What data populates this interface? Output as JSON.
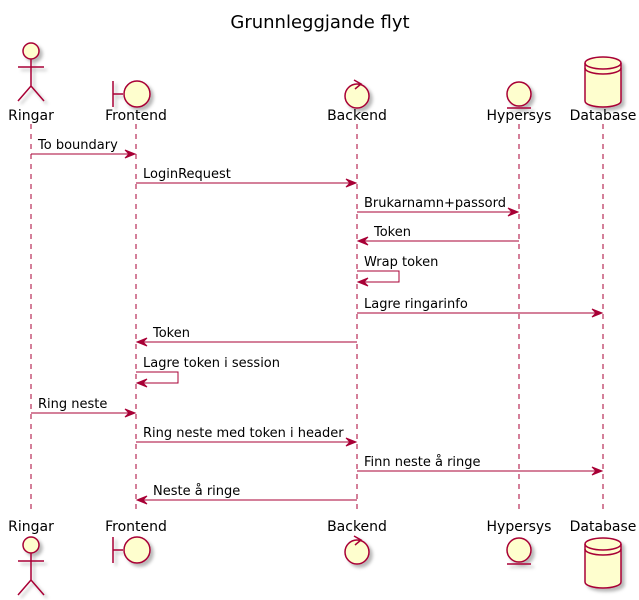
{
  "title": "Grunnleggjande flyt",
  "colors": {
    "line": "#a80036",
    "fill": "#fefece",
    "shadow": "#c9c9c9",
    "text": "#000000"
  },
  "participants": [
    {
      "id": "ringar",
      "label": "Ringar",
      "kind": "actor",
      "icon": "actor-icon"
    },
    {
      "id": "frontend",
      "label": "Frontend",
      "kind": "boundary",
      "icon": "boundary-icon"
    },
    {
      "id": "backend",
      "label": "Backend",
      "kind": "control",
      "icon": "control-icon"
    },
    {
      "id": "hypersys",
      "label": "Hypersys",
      "kind": "entity",
      "icon": "entity-icon"
    },
    {
      "id": "database",
      "label": "Database",
      "kind": "database",
      "icon": "database-icon"
    }
  ],
  "messages": [
    {
      "from": "ringar",
      "to": "frontend",
      "text": "To boundary"
    },
    {
      "from": "frontend",
      "to": "backend",
      "text": "LoginRequest"
    },
    {
      "from": "backend",
      "to": "hypersys",
      "text": "Brukarnamn+passord"
    },
    {
      "from": "hypersys",
      "to": "backend",
      "text": "Token"
    },
    {
      "from": "backend",
      "to": "backend",
      "text": "Wrap token"
    },
    {
      "from": "backend",
      "to": "database",
      "text": "Lagre ringarinfo"
    },
    {
      "from": "backend",
      "to": "frontend",
      "text": "Token"
    },
    {
      "from": "frontend",
      "to": "frontend",
      "text": "Lagre token i session"
    },
    {
      "from": "ringar",
      "to": "frontend",
      "text": "Ring neste"
    },
    {
      "from": "frontend",
      "to": "backend",
      "text": "Ring neste med token i header"
    },
    {
      "from": "backend",
      "to": "database",
      "text": "Finn neste å ringe"
    },
    {
      "from": "backend",
      "to": "frontend",
      "text": "Neste å ringe"
    }
  ]
}
